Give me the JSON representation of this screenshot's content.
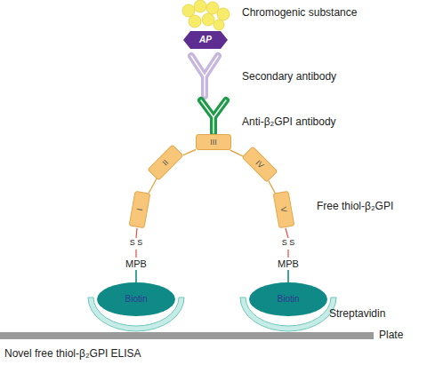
{
  "diagram": {
    "caption": "Novel free thiol-β₂GPI ELISA",
    "nodes": [
      {
        "text": [
          "AP"
        ]
      },
      {
        "text": [
          "I"
        ]
      },
      {
        "text": [
          "II"
        ]
      },
      {
        "text": [
          "III"
        ]
      },
      {
        "text": [
          "IV"
        ]
      },
      {
        "text": [
          "V"
        ]
      },
      {
        "text": [
          "Biotin"
        ]
      },
      {
        "text": [
          "Biotin"
        ]
      }
    ],
    "edges": [
      {
        "from": 1,
        "to": 2,
        "arrow": "none"
      },
      {
        "from": 2,
        "to": 3,
        "arrow": "none"
      },
      {
        "from": 3,
        "to": 4,
        "arrow": "none"
      },
      {
        "from": 4,
        "to": 5,
        "arrow": "none"
      }
    ],
    "labels": [
      "Chromogenic substance",
      "Secondary antibody",
      "Anti-β₂GPI antibody",
      "Free thiol-β₂GPI",
      "S S",
      "S S",
      "MPB",
      "MPB",
      "Streptavidin",
      "Plate"
    ]
  }
}
